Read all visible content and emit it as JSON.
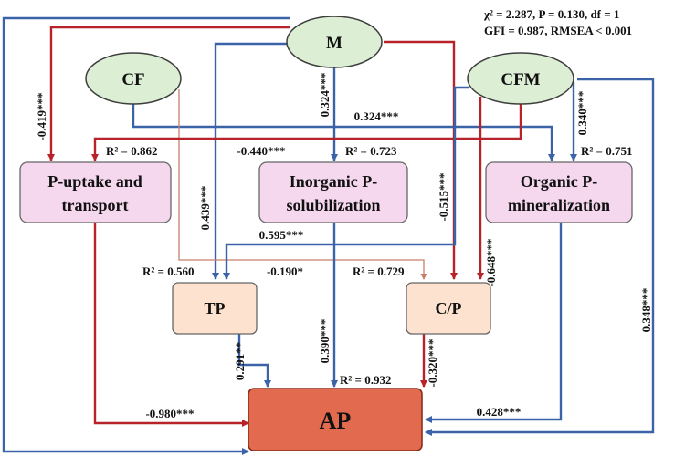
{
  "stats": {
    "line1": "χ² = 2.287, P = 0.130, df = 1",
    "line2": "GFI = 0.987, RMSEA < 0.001"
  },
  "nodes": {
    "m": "M",
    "cf": "CF",
    "cfm": "CFM",
    "uptake_line1": "P-uptake and",
    "uptake_line2": "transport",
    "inorganic_line1": "Inorganic P-",
    "inorganic_line2": "solubilization",
    "organic_line1": "Organic P-",
    "organic_line2": "mineralization",
    "tp": "TP",
    "cp": "C/P",
    "ap": "AP"
  },
  "r2": {
    "uptake": "R² = 0.862",
    "inorganic": "R² = 0.723",
    "organic": "R² = 0.751",
    "tp": "R² = 0.560",
    "cp": "R² = 0.729",
    "ap": "R² = 0.932"
  },
  "coefficients": {
    "m_uptake": "-0.419***",
    "m_inorganic": "0.324***",
    "cf_organic": "0.324***",
    "cfm_organic": "0.340***",
    "cfm_uptake": "-0.440***",
    "m_tp": "0.439***",
    "m_cp": "-0.515***",
    "cfm_tp": "0.595***",
    "cf_cp": "-0.190*",
    "cfm_cp": "-0.648***",
    "cfm_ap": "0.348***",
    "tp_ap": "0.291**",
    "inorganic_ap": "0.390***",
    "cp_ap": "-0.320***",
    "uptake_ap": "-0.980***",
    "organic_ap": "0.428***"
  },
  "colors": {
    "positive": "#3a63a8",
    "negative": "#b8232a",
    "weak": "#c87f6a",
    "ellipse_fill": "#dcefd4",
    "process_fill": "#f5d7ee",
    "soil_fill": "#fde3cf",
    "ap_fill": "#e26a4f"
  }
}
